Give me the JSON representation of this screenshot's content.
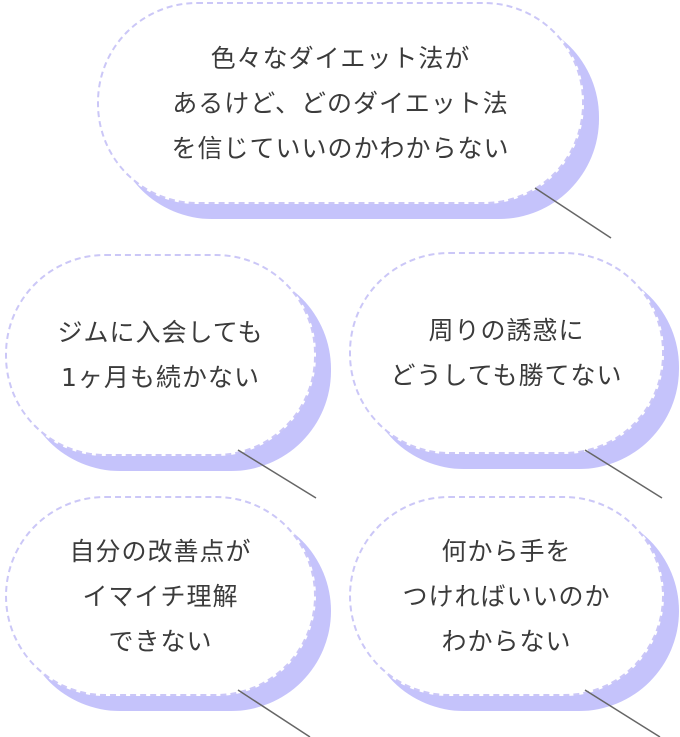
{
  "bubbles": [
    {
      "lines": [
        "色々なダイエット法が",
        "あるけど、どのダイエット法",
        "を信じていいのかわからない"
      ]
    },
    {
      "lines": [
        "ジムに入会しても",
        "1ヶ月も続かない"
      ]
    },
    {
      "lines": [
        "周りの誘惑に",
        "どうしても勝てない"
      ]
    },
    {
      "lines": [
        "自分の改善点が",
        "イマイチ理解",
        "できない"
      ]
    },
    {
      "lines": [
        "何から手を",
        "つければいいのか",
        "わからない"
      ]
    }
  ],
  "colors": {
    "bubble_shadow": "#c5c3fb",
    "bubble_border": "#cbc7f7",
    "text": "#3b3b3b",
    "pointer_line": "#666666"
  }
}
